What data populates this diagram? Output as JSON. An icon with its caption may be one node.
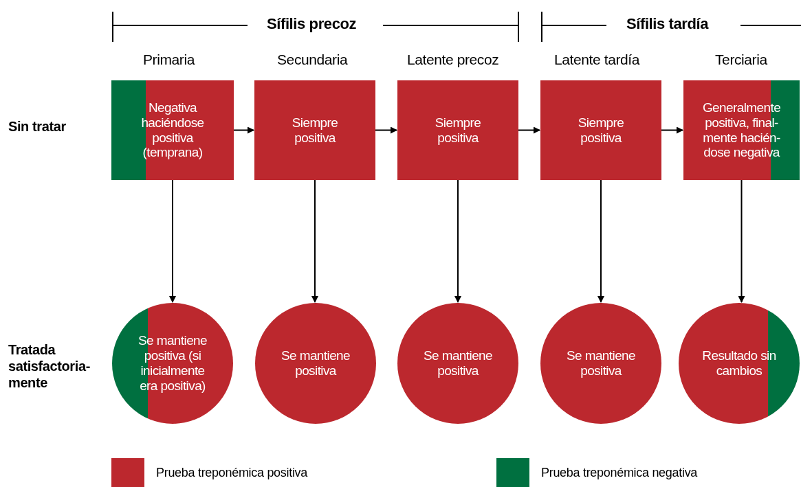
{
  "diagram": {
    "nodes": [
      {
        "text": [
          "Negativa haciéndose positiva (temprana)"
        ]
      },
      {
        "text": [
          "Siempre positiva"
        ]
      },
      {
        "text": [
          "Siempre positiva"
        ]
      },
      {
        "text": [
          "Siempre positiva"
        ]
      },
      {
        "text": [
          "Generalmente positiva, final- mente hacién- dose negativa"
        ]
      },
      {
        "text": [
          "Se mantiene positiva (si inicialmente era positiva)"
        ]
      },
      {
        "text": [
          "Se mantiene positiva"
        ]
      },
      {
        "text": [
          "Se mantiene positiva"
        ]
      },
      {
        "text": [
          "Se mantiene positiva"
        ]
      },
      {
        "text": [
          "Resultado sin cambios"
        ]
      }
    ],
    "edges": [
      {
        "from": 0,
        "to": 1,
        "arrow": "to"
      },
      {
        "from": 1,
        "to": 2,
        "arrow": "to"
      },
      {
        "from": 2,
        "to": 3,
        "arrow": "to"
      },
      {
        "from": 3,
        "to": 4,
        "arrow": "to"
      },
      {
        "from": 0,
        "to": 5,
        "arrow": "to"
      },
      {
        "from": 1,
        "to": 6,
        "arrow": "to"
      },
      {
        "from": 2,
        "to": 7,
        "arrow": "to"
      },
      {
        "from": 3,
        "to": 8,
        "arrow": "to"
      },
      {
        "from": 4,
        "to": 9,
        "arrow": "to"
      }
    ],
    "labels": [
      "Sífilis precoz",
      "Sífilis tardía",
      "Primaria",
      "Secundaria",
      "Latente precoz",
      "Latente tardía",
      "Terciaria",
      "Sin tratar",
      "Tratada satisfactoria- mente"
    ],
    "legend": [
      {
        "text": "Prueba treponémica positiva",
        "color": "#bc282e"
      },
      {
        "text": "Prueba treponémica negativa",
        "color": "#007040"
      }
    ]
  }
}
